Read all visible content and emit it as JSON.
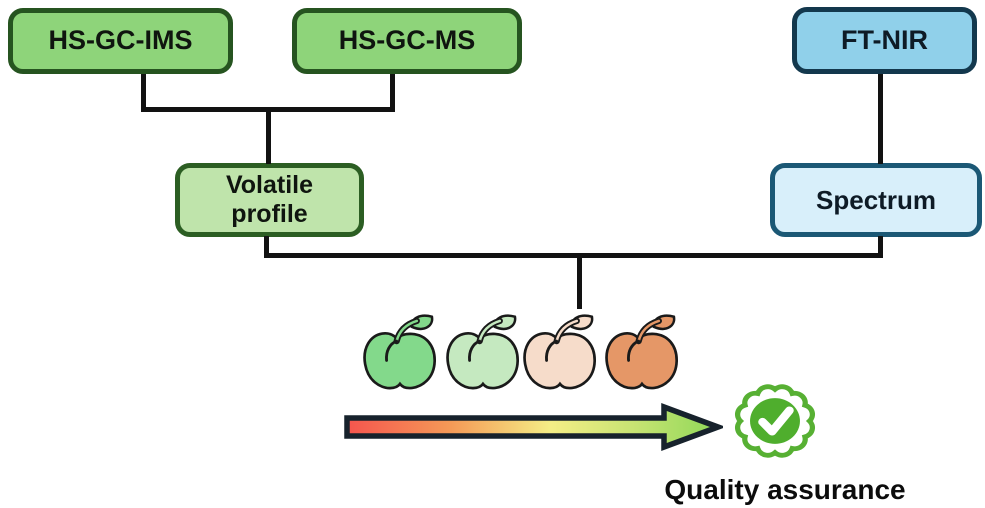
{
  "figure": {
    "background": "#ffffff",
    "connector_color": "#121212",
    "nodes": {
      "hs_gc_ims": {
        "label": "HS-GC-IMS",
        "fill": "#8ed47a",
        "border": "#265420",
        "text_color": "#0f150f"
      },
      "hs_gc_ms": {
        "label": "HS-GC-MS",
        "fill": "#8ed47a",
        "border": "#265420",
        "text_color": "#0f150f"
      },
      "ft_nir": {
        "label": "FT-NIR",
        "fill": "#90d0ea",
        "border": "#13384d",
        "text_color": "#0e1b26"
      },
      "volatile_profile": {
        "label": "Volatile profile",
        "fill": "#bfe4ab",
        "border": "#2c5e23",
        "text_color": "#0f150f"
      },
      "spectrum": {
        "label": "Spectrum",
        "fill": "#d8effa",
        "border": "#1b5875",
        "text_color": "#0e1b26"
      }
    },
    "peaches": [
      {
        "name": "peach-ripeness-stage-1",
        "fill": "#83d98b"
      },
      {
        "name": "peach-ripeness-stage-2",
        "fill": "#c5e9c0"
      },
      {
        "name": "peach-ripeness-stage-3",
        "fill": "#f6dcca"
      },
      {
        "name": "peach-ripeness-stage-4",
        "fill": "#e59767"
      }
    ],
    "arrow": {
      "outline": "#17222c",
      "gradient": [
        "#f6554e",
        "#f59a57",
        "#f4ee86",
        "#c6e372",
        "#8fd858"
      ]
    },
    "badge": {
      "ring": "#57b033",
      "circle": "#4fae2d",
      "check": "#ffffff"
    },
    "caption": "Quality assurance"
  }
}
